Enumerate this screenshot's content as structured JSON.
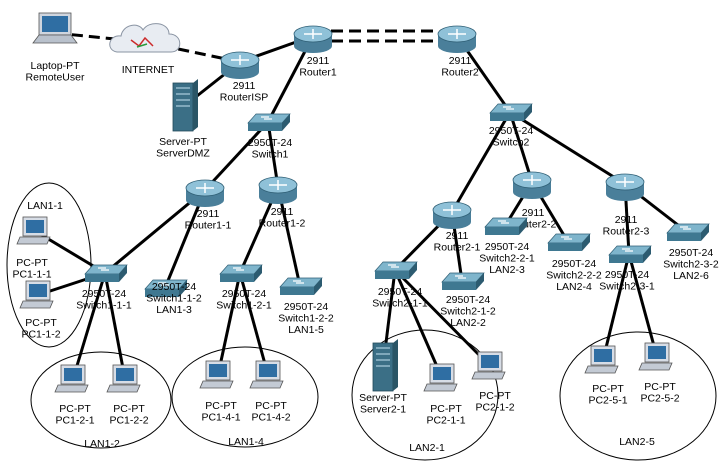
{
  "colors": {
    "background": "#ffffff",
    "link": "#000000",
    "router_body": "#4a7f9a",
    "router_top": "#8fc1d8",
    "switch_body": "#3f7891",
    "switch_top": "#7fb5cc",
    "pc_body": "#d7dde6",
    "pc_screen": "#2f6ea3",
    "server_body": "#3b6f86",
    "cloud": "#e8ecf2"
  },
  "devices": [
    {
      "id": "laptop",
      "kind": "laptop",
      "lines": [
        "Laptop-PT",
        "RemoteUser"
      ]
    },
    {
      "id": "internet",
      "kind": "cloud",
      "lines": [
        "INTERNET"
      ]
    },
    {
      "id": "routerisp",
      "kind": "router",
      "lines": [
        "2911",
        "RouterISP"
      ]
    },
    {
      "id": "serverdmz",
      "kind": "server",
      "lines": [
        "Server-PT",
        "ServerDMZ"
      ]
    },
    {
      "id": "router1",
      "kind": "router",
      "lines": [
        "2911",
        "Router1"
      ]
    },
    {
      "id": "router2",
      "kind": "router",
      "lines": [
        "2911",
        "Router2"
      ]
    },
    {
      "id": "switch1",
      "kind": "switch",
      "lines": [
        "2950T-24",
        "Switch1"
      ]
    },
    {
      "id": "switch2",
      "kind": "switch",
      "lines": [
        "2950T-24",
        "Switch2"
      ]
    },
    {
      "id": "router11",
      "kind": "router",
      "lines": [
        "2911",
        "Router1-1"
      ]
    },
    {
      "id": "router12",
      "kind": "router",
      "lines": [
        "2911",
        "Router1-2"
      ]
    },
    {
      "id": "router21",
      "kind": "router",
      "lines": [
        "2911",
        "Router2-1"
      ]
    },
    {
      "id": "router22",
      "kind": "router",
      "lines": [
        "2911",
        "Router2-2"
      ]
    },
    {
      "id": "router23",
      "kind": "router",
      "lines": [
        "2911",
        "Router2-3"
      ]
    },
    {
      "id": "sw111",
      "kind": "switch",
      "lines": [
        "2950T-24",
        "Switch1-1-1"
      ]
    },
    {
      "id": "sw112",
      "kind": "switch",
      "lines": [
        "2950T-24",
        "Switch1-1-2",
        "LAN1-3"
      ]
    },
    {
      "id": "sw121",
      "kind": "switch",
      "lines": [
        "2950T-24",
        "Switch1-2-1"
      ]
    },
    {
      "id": "sw122",
      "kind": "switch",
      "lines": [
        "2950T-24",
        "Switch1-2-2",
        "LAN1-5"
      ]
    },
    {
      "id": "sw211",
      "kind": "switch",
      "lines": [
        "2950T-24",
        "Switch2-1-1"
      ]
    },
    {
      "id": "sw212",
      "kind": "switch",
      "lines": [
        "2950T-24",
        "Switch2-1-2",
        "LAN2-2"
      ]
    },
    {
      "id": "sw221",
      "kind": "switch",
      "lines": [
        "2950T-24",
        "Switch2-2-1",
        "LAN2-3"
      ]
    },
    {
      "id": "sw222",
      "kind": "switch",
      "lines": [
        "2950T-24",
        "Switch2-2-2",
        "LAN2-4"
      ]
    },
    {
      "id": "sw231",
      "kind": "switch",
      "lines": [
        "2950T-24",
        "Switch2-3-1"
      ]
    },
    {
      "id": "sw232",
      "kind": "switch",
      "lines": [
        "2950T-24",
        "Switch2-3-2",
        "LAN2-6"
      ]
    },
    {
      "id": "pc111",
      "kind": "pc",
      "lines": [
        "PC-PT",
        "PC1-1-1"
      ]
    },
    {
      "id": "pc112",
      "kind": "pc",
      "lines": [
        "PC-PT",
        "PC1-1-2"
      ]
    },
    {
      "id": "pc121",
      "kind": "pc",
      "lines": [
        "PC-PT",
        "PC1-2-1"
      ]
    },
    {
      "id": "pc122",
      "kind": "pc",
      "lines": [
        "PC-PT",
        "PC1-2-2"
      ]
    },
    {
      "id": "pc141",
      "kind": "pc",
      "lines": [
        "PC-PT",
        "PC1-4-1"
      ]
    },
    {
      "id": "pc142",
      "kind": "pc",
      "lines": [
        "PC-PT",
        "PC1-4-2"
      ]
    },
    {
      "id": "server21",
      "kind": "server",
      "lines": [
        "Server-PT",
        "Server2-1"
      ]
    },
    {
      "id": "pc211",
      "kind": "pc",
      "lines": [
        "PC-PT",
        "PC2-1-1"
      ]
    },
    {
      "id": "pc212",
      "kind": "pc",
      "lines": [
        "PC-PT",
        "PC2-1-2"
      ]
    },
    {
      "id": "pc251",
      "kind": "pc",
      "lines": [
        "PC-PT",
        "PC2-5-1"
      ]
    },
    {
      "id": "pc252",
      "kind": "pc",
      "lines": [
        "PC-PT",
        "PC2-5-2"
      ]
    }
  ],
  "lans": [
    {
      "id": "lan11",
      "label": "LAN1-1"
    },
    {
      "id": "lan12",
      "label": "LAN1-2"
    },
    {
      "id": "lan14",
      "label": "LAN1-4"
    },
    {
      "id": "lan21",
      "label": "LAN2-1"
    },
    {
      "id": "lan25",
      "label": "LAN2-5"
    }
  ],
  "links": [
    {
      "from": "laptop",
      "to": "internet",
      "style": "dashed"
    },
    {
      "from": "internet",
      "to": "routerisp",
      "style": "dashed"
    },
    {
      "from": "router1",
      "to": "router2",
      "style": "double-dashed"
    },
    {
      "from": "routerisp",
      "to": "router1",
      "style": "solid"
    },
    {
      "from": "routerisp",
      "to": "serverdmz",
      "style": "solid"
    },
    {
      "from": "router1",
      "to": "switch1",
      "style": "solid"
    },
    {
      "from": "switch1",
      "to": "router11",
      "style": "solid"
    },
    {
      "from": "switch1",
      "to": "router12",
      "style": "solid"
    },
    {
      "from": "router11",
      "to": "sw111",
      "style": "solid"
    },
    {
      "from": "router11",
      "to": "sw112",
      "style": "solid"
    },
    {
      "from": "router12",
      "to": "sw121",
      "style": "solid"
    },
    {
      "from": "router12",
      "to": "sw122",
      "style": "solid"
    },
    {
      "from": "sw111",
      "to": "pc111",
      "style": "solid"
    },
    {
      "from": "sw111",
      "to": "pc112",
      "style": "solid"
    },
    {
      "from": "sw111",
      "to": "pc121",
      "style": "solid"
    },
    {
      "from": "sw111",
      "to": "pc122",
      "style": "solid"
    },
    {
      "from": "sw121",
      "to": "pc141",
      "style": "solid"
    },
    {
      "from": "sw121",
      "to": "pc142",
      "style": "solid"
    },
    {
      "from": "router2",
      "to": "switch2",
      "style": "solid"
    },
    {
      "from": "switch2",
      "to": "router21",
      "style": "solid"
    },
    {
      "from": "switch2",
      "to": "router22",
      "style": "solid"
    },
    {
      "from": "switch2",
      "to": "router23",
      "style": "solid"
    },
    {
      "from": "router21",
      "to": "sw211",
      "style": "solid"
    },
    {
      "from": "router21",
      "to": "sw212",
      "style": "solid"
    },
    {
      "from": "router22",
      "to": "sw221",
      "style": "solid"
    },
    {
      "from": "router22",
      "to": "sw222",
      "style": "solid"
    },
    {
      "from": "router23",
      "to": "sw231",
      "style": "solid"
    },
    {
      "from": "router23",
      "to": "sw232",
      "style": "solid"
    },
    {
      "from": "sw211",
      "to": "server21",
      "style": "solid"
    },
    {
      "from": "sw211",
      "to": "pc211",
      "style": "solid"
    },
    {
      "from": "sw211",
      "to": "pc212",
      "style": "solid"
    },
    {
      "from": "sw231",
      "to": "pc251",
      "style": "solid"
    },
    {
      "from": "sw231",
      "to": "pc252",
      "style": "solid"
    }
  ]
}
